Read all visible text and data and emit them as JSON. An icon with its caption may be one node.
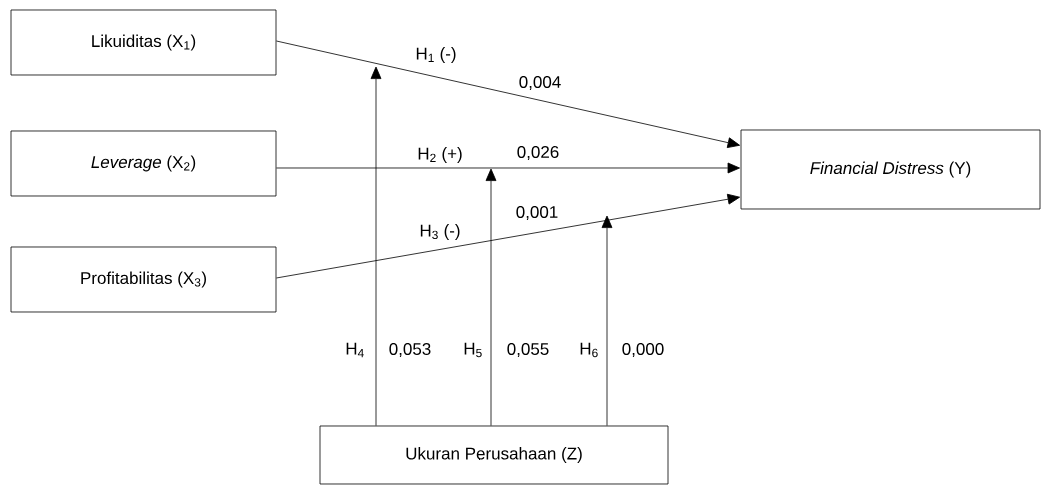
{
  "diagram": {
    "nodes": [
      {
        "text": [
          "Likuiditas (X$_{1}$)"
        ]
      },
      {
        "text": [
          "*Leverage* (X$_{2}$)"
        ]
      },
      {
        "text": [
          "Profitabilitas (X$_{3}$)"
        ]
      },
      {
        "text": [
          "*Financial Distress* (Y)"
        ]
      },
      {
        "text": [
          "Ukuran Perusahaan (Z)"
        ]
      }
    ],
    "edges": [
      {
        "from": 0,
        "to": 3,
        "arrow": "to",
        "label": "H$_{1}$ (-)"
      },
      {
        "from": 1,
        "to": 3,
        "arrow": "to",
        "label": "H$_{2}$ (+)"
      },
      {
        "from": 2,
        "to": 3,
        "arrow": "to",
        "label": "H$_{3}$ (-)"
      },
      {
        "from": 4,
        "to": null,
        "arrow": "to",
        "label": "H$_{4}$"
      },
      {
        "from": 4,
        "to": null,
        "arrow": "to",
        "label": "H$_{5}$"
      },
      {
        "from": 4,
        "to": null,
        "arrow": "to",
        "label": "H$_{6}$"
      }
    ],
    "labels": [
      "0,004",
      "0,026",
      "0,001",
      "0,053",
      "0,055",
      "0,000"
    ]
  }
}
